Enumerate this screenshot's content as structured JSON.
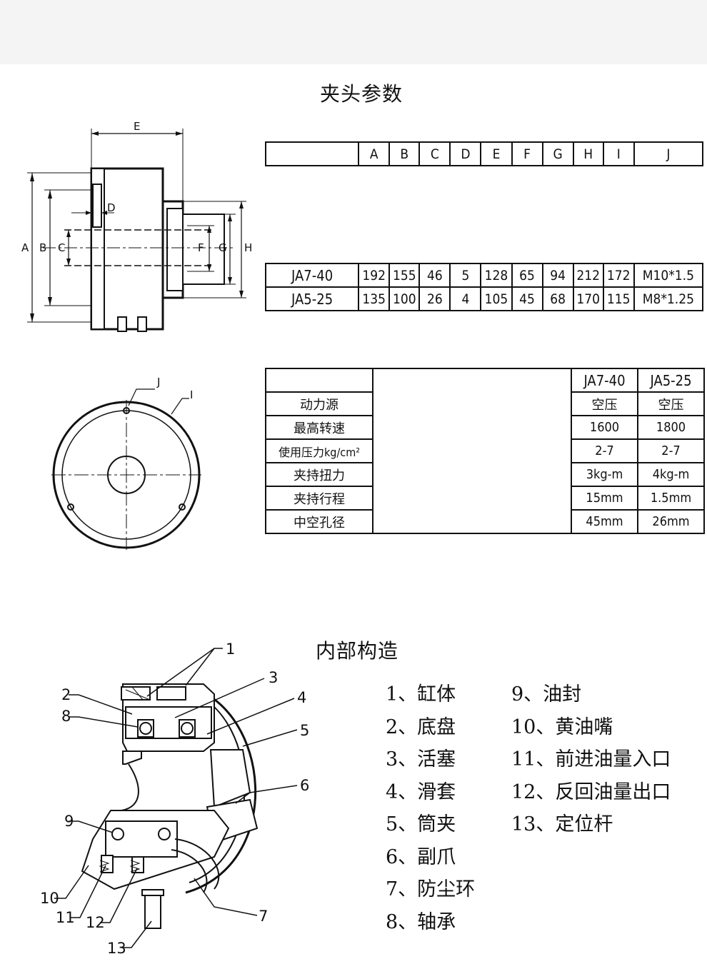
{
  "titles": {
    "params": "夹头参数",
    "structure": "内部构造"
  },
  "dimension_table": {
    "headers": [
      "A",
      "B",
      "C",
      "D",
      "E",
      "F",
      "G",
      "H",
      "I",
      "J"
    ],
    "rows": [
      {
        "model": "JA7-40",
        "values": [
          "192",
          "155",
          "46",
          "5",
          "128",
          "65",
          "94",
          "212",
          "172",
          "M10*1.5"
        ]
      },
      {
        "model": "JA5-25",
        "values": [
          "135",
          "100",
          "26",
          "4",
          "105",
          "45",
          "68",
          "170",
          "115",
          "M8*1.25"
        ]
      }
    ]
  },
  "spec_table": {
    "models": [
      "JA7-40",
      "JA5-25"
    ],
    "rows": [
      {
        "label": "动力源",
        "values": [
          "空压",
          "空压"
        ]
      },
      {
        "label": "最高转速",
        "values": [
          "1600",
          "1800"
        ]
      },
      {
        "label": "使用压力kg/cm²",
        "values": [
          "2-7",
          "2-7"
        ]
      },
      {
        "label": "夹持扭力",
        "values": [
          "3kg-m",
          "4kg-m"
        ]
      },
      {
        "label": "夹持行程",
        "values": [
          "15mm",
          "1.5mm"
        ]
      },
      {
        "label": "中空孔径",
        "values": [
          "45mm",
          "26mm"
        ]
      }
    ]
  },
  "drawing_labels": {
    "side": [
      "E",
      "D",
      "A",
      "B",
      "C",
      "F",
      "G",
      "H"
    ],
    "front": [
      "J",
      "I"
    ]
  },
  "parts_left": [
    "1、缸体",
    "2、底盘",
    "3、活塞",
    "4、滑套",
    "5、筒夹",
    "6、副爪",
    "7、防尘环",
    "8、轴承"
  ],
  "parts_right": [
    "9、油封",
    "10、黄油嘴",
    "11、前进油量入口",
    "12、反回油量出口",
    "13、定位杆"
  ],
  "callouts": [
    "1",
    "2",
    "3",
    "4",
    "5",
    "6",
    "7",
    "8",
    "9",
    "10",
    "11",
    "12",
    "13"
  ]
}
